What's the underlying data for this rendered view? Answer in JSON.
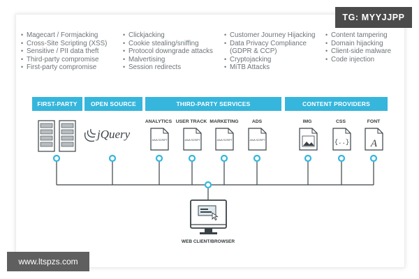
{
  "tag": "TG: MYYJJPP",
  "watermark": "www.ltspzs.com",
  "threats": {
    "col1": [
      "Magecart / Formjacking",
      "Cross-Site Scripting (XSS)",
      "Sensitive / PII data theft",
      "Third-party compromise",
      "First-party compromise"
    ],
    "col2": [
      "Clickjacking",
      "Cookie stealing/sniffing",
      "Protocol downgrade attacks",
      "Malvertising",
      "Session redirects"
    ],
    "col3": [
      "Customer Journey Hijacking",
      "Data Privacy Compliance",
      "(GDPR & CCP)",
      "Cryptojacking",
      "MiTB Attacks"
    ],
    "col4": [
      "Content tampering",
      "Domain hijacking",
      "Client-side malware",
      "Code injection"
    ]
  },
  "categories": {
    "first_party": "FIRST-PARTY",
    "open_source": "OPEN SOURCE",
    "third_party": "THIRD-PARTY SERVICES",
    "content": "CONTENT PROVIDERS"
  },
  "third_party_items": [
    "ANALYTICS",
    "USER TRACK",
    "MARKETING",
    "ADS"
  ],
  "content_items": [
    "IMG",
    "CSS",
    "FONT"
  ],
  "doc_text": "JAVA SCRIPT",
  "logo": "jQuery",
  "client_label": "WEB CLIENT/BROWSER",
  "colors": {
    "accent": "#36b6dc",
    "line": "#3a4246",
    "node": "#36b6dc"
  }
}
